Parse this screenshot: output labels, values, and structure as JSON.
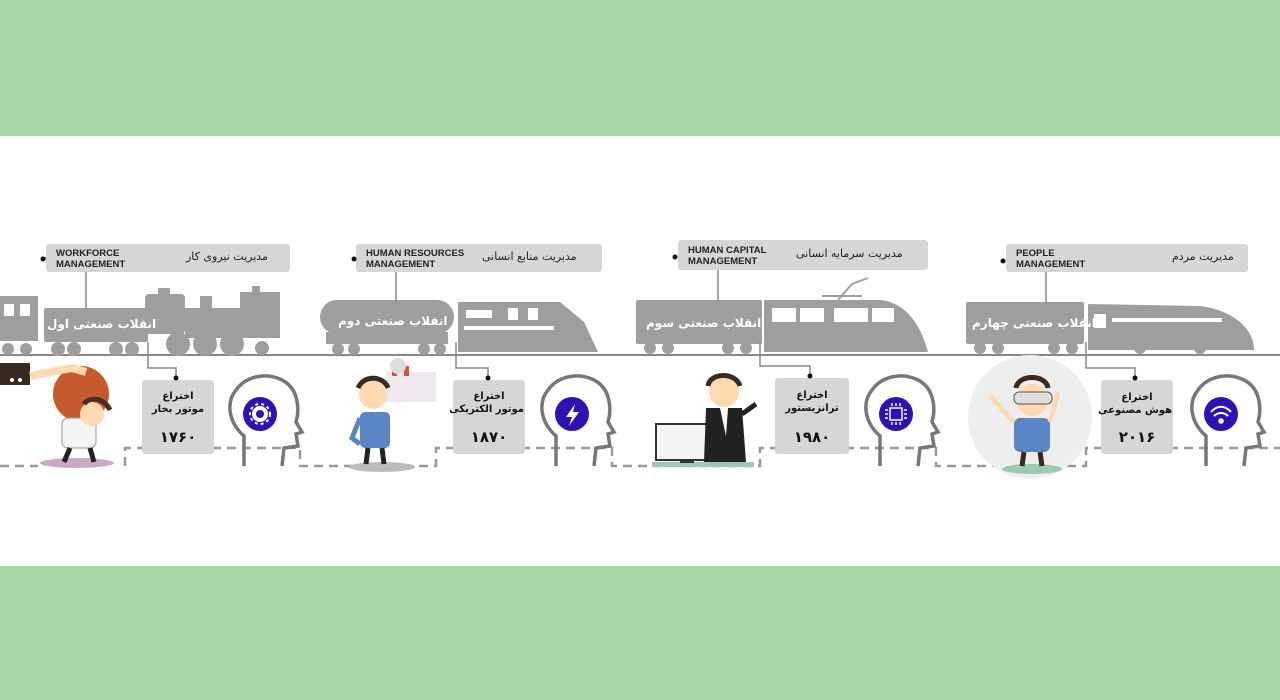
{
  "colors": {
    "band": "#a6d6a7",
    "vehicle": "#9e9e9e",
    "box": "#d6d6d6",
    "icon_circle": "#2a12b5"
  },
  "stages": [
    {
      "title_fa": "مدیریت نیروی کار",
      "title_en": [
        "WORKFORCE",
        "MANAGEMENT"
      ],
      "revolution": "انقلاب صنعتی اول",
      "invention_label": "اختراع",
      "invention_name": "موتور بخار",
      "year": "۱۷۶۰",
      "icon": "gear-icon"
    },
    {
      "title_fa": "مدیریت منابع انسانی",
      "title_en": [
        "HUMAN RESOURCES",
        "MANAGEMENT"
      ],
      "revolution": "انقلاب صنعتی دوم",
      "invention_label": "اختراع",
      "invention_name": "موتور الکتریکی",
      "year": "۱۸۷۰",
      "icon": "lightning-icon"
    },
    {
      "title_fa": "مدیریت سرمایه انسانی",
      "title_en": [
        "HUMAN CAPITAL",
        "MANAGEMENT"
      ],
      "revolution": "انقلاب صنعتی سوم",
      "invention_label": "اختراع",
      "invention_name": "ترانزیستور",
      "year": "۱۹۸۰",
      "icon": "chip-icon"
    },
    {
      "title_fa": "مدیریت مردم",
      "title_en": [
        "PEOPLE",
        "MANAGEMENT"
      ],
      "revolution": "انقلاب صنعتی چهارم",
      "invention_label": "اختراع",
      "invention_name": "هوش مصنوعی",
      "year": "۲۰۱۶",
      "icon": "wifi-icon"
    }
  ]
}
